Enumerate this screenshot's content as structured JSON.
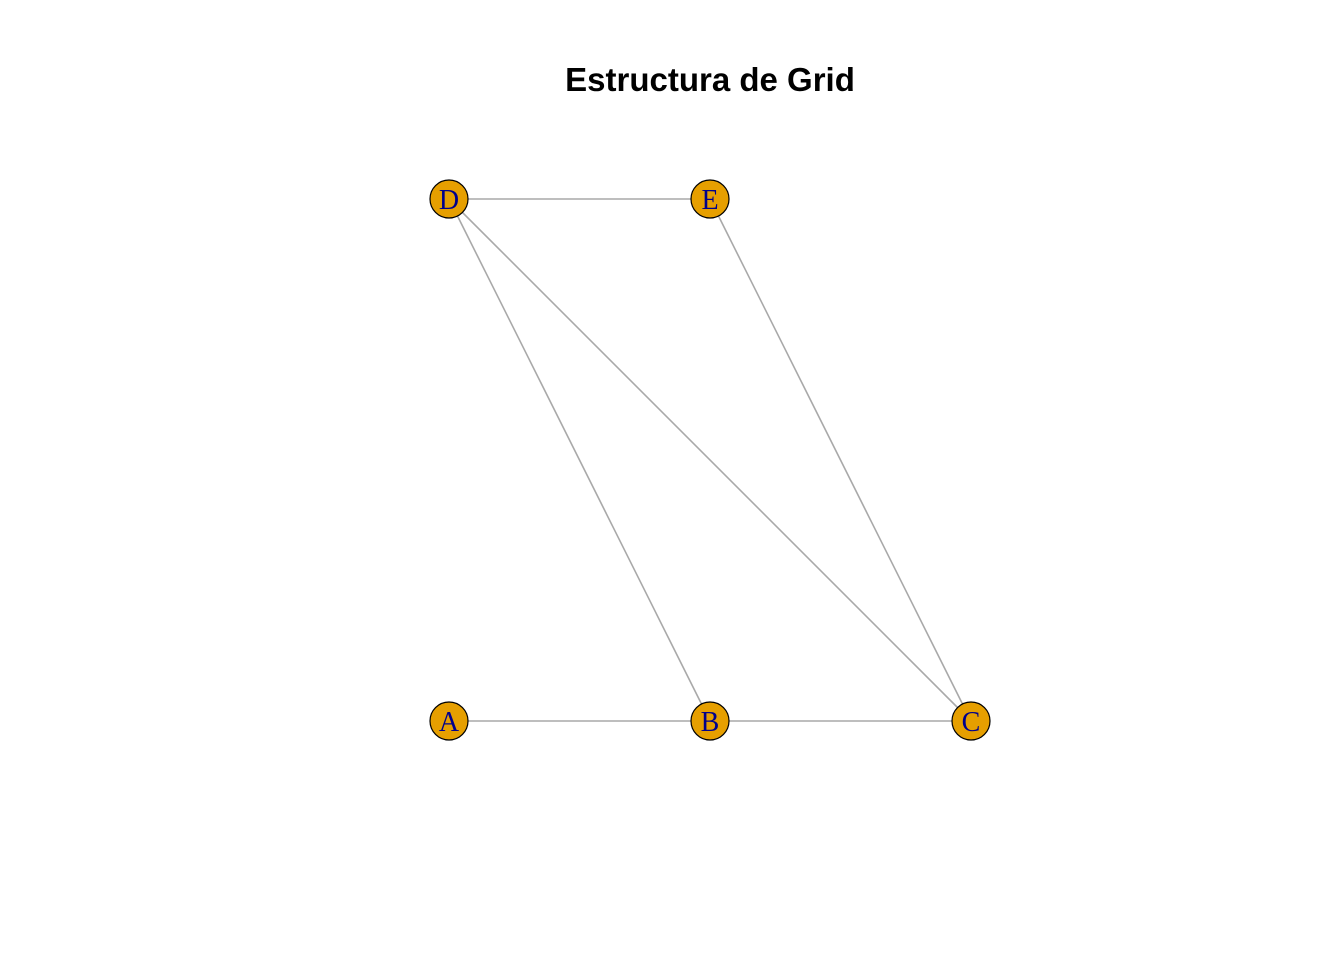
{
  "title": "Estructura de Grid",
  "colors": {
    "node_fill": "#E69F00",
    "node_stroke": "#000000",
    "label": "#00008B",
    "edge": "#A9A9A9",
    "background": "#FFFFFF"
  },
  "nodes": [
    {
      "id": "A",
      "label": "A",
      "col": 0,
      "row": 0
    },
    {
      "id": "B",
      "label": "B",
      "col": 1,
      "row": 0
    },
    {
      "id": "C",
      "label": "C",
      "col": 2,
      "row": 0
    },
    {
      "id": "D",
      "label": "D",
      "col": 0,
      "row": 1
    },
    {
      "id": "E",
      "label": "E",
      "col": 1,
      "row": 1
    }
  ],
  "edges": [
    {
      "from": "A",
      "to": "B"
    },
    {
      "from": "B",
      "to": "C"
    },
    {
      "from": "D",
      "to": "E"
    },
    {
      "from": "D",
      "to": "B"
    },
    {
      "from": "D",
      "to": "C"
    },
    {
      "from": "E",
      "to": "C"
    }
  ]
}
